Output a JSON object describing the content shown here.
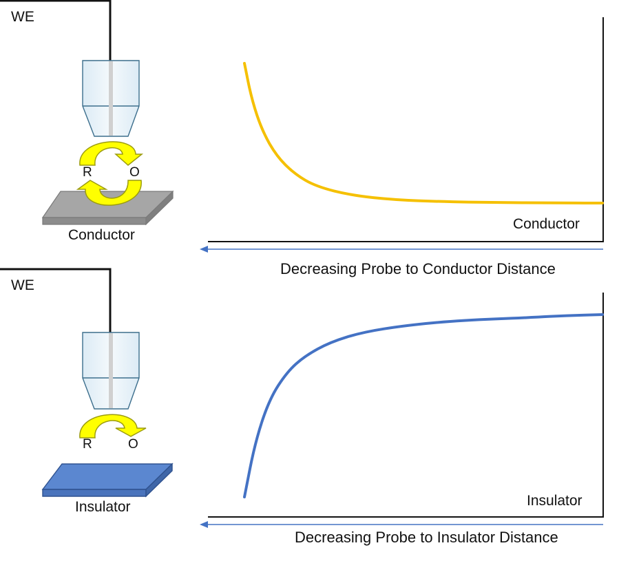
{
  "top": {
    "electrode_label": "WE",
    "species_r": "R",
    "species_o": "O",
    "substrate_label": "Conductor",
    "plot_label": "Conductor",
    "axis_caption": "Decreasing Probe to Conductor Distance"
  },
  "bottom": {
    "electrode_label": "WE",
    "species_r": "R",
    "species_o": "O",
    "substrate_label": "Insulator",
    "plot_label": "Insulator",
    "axis_caption": "Decreasing Probe to Insulator Distance"
  },
  "colors": {
    "conductor_curve": "#F5C000",
    "insulator_curve": "#4472C4",
    "conductor_substrate": "#A6A6A6",
    "insulator_substrate": "#5B87D0",
    "arrow_fill": "#FFFF00",
    "arrow_stroke": "#9C9C10",
    "probe_fill": "#E8F2F8",
    "probe_stroke": "#3C6E8C",
    "axis_arrow": "#4472C4"
  },
  "chart_data": [
    {
      "type": "line",
      "series": [
        {
          "x": [
            0,
            0.02,
            0.05,
            0.09,
            0.14,
            0.2,
            0.3,
            0.42,
            0.55,
            0.7,
            0.85,
            1.0
          ],
          "values": [
            1.0,
            0.8,
            0.62,
            0.48,
            0.38,
            0.31,
            0.26,
            0.235,
            0.225,
            0.22,
            0.218,
            0.217
          ]
        }
      ]
    },
    {
      "type": "line",
      "series": [
        {
          "x": [
            0,
            0.03,
            0.07,
            0.12,
            0.17,
            0.24,
            0.33,
            0.45,
            0.6,
            0.8,
            0.9,
            1.0
          ],
          "values": [
            0.0,
            0.28,
            0.5,
            0.64,
            0.72,
            0.79,
            0.84,
            0.875,
            0.9,
            0.915,
            0.925,
            0.93
          ]
        }
      ]
    }
  ]
}
